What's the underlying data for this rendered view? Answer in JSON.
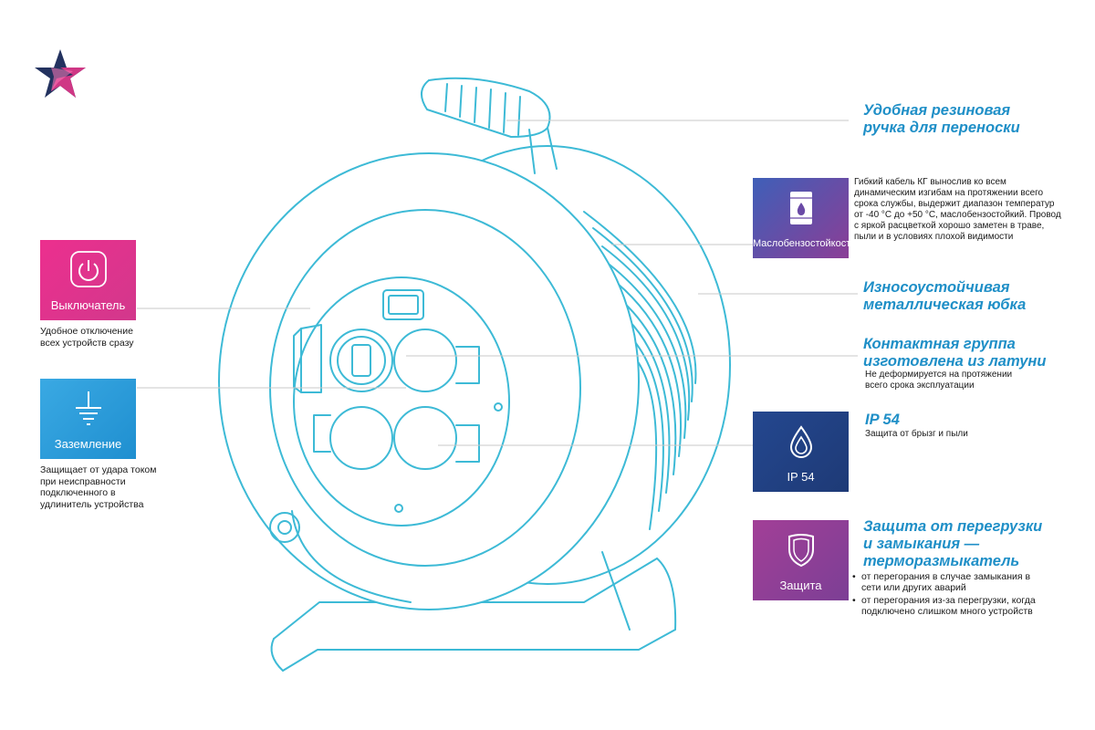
{
  "colors": {
    "outline": "#3dbad6",
    "callout_line": "#c8c8c8",
    "heading": "#1f8fc7",
    "brand_blue": "#23325f",
    "brand_pink": "#e2378a",
    "pink": "#e2338b",
    "sky": "#2a9fd9",
    "navy": "#223f80",
    "purple": "#8a3f97"
  },
  "logo": {
    "icon": "star-logo-icon"
  },
  "badges": {
    "switch": {
      "label": "Выключатель",
      "icon": "power-icon",
      "description": "Удобное отключение всех устройств сразу"
    },
    "ground": {
      "label": "Заземление",
      "icon": "ground-icon",
      "description": "Защищает от удара током при неисправности подключенного в удлинитель устройства"
    },
    "oil": {
      "label": "Маслобензостойкость",
      "icon": "oil-barrel-icon"
    },
    "ip": {
      "label": "IP 54",
      "icon": "water-drop-icon"
    },
    "protect": {
      "label": "Защита",
      "icon": "shield-icon"
    }
  },
  "features": {
    "handle": {
      "title": "Удобная резиновая ручка для переноски"
    },
    "cable": {
      "description": "Гибкий кабель КГ вынослив ко всем динамическим изгибам на протяжении всего срока службы, выдержит диапазон температур от -40 °С до +50 °С, маслобензостойкий. Провод с яркой расцветкой хорошо заметен в траве, пыли и в условиях плохой видимости"
    },
    "skirt": {
      "title": "Износоустойчивая металлическая юбка"
    },
    "contacts": {
      "title": "Контактная группа изготовлена из латуни",
      "description": "Не деформируется на протяжении всего срока эксплуатации"
    },
    "ip": {
      "title": "IP 54",
      "description": "Защита от брызг и пыли"
    },
    "overload": {
      "title": "Защита от перегрузки и замыкания — терморазмыкатель",
      "bullets": [
        "от перегорания в случае замыкания в сети или других аварий",
        "от перегорания из-за перегрузки, когда подключено слишком много устройств"
      ]
    }
  }
}
